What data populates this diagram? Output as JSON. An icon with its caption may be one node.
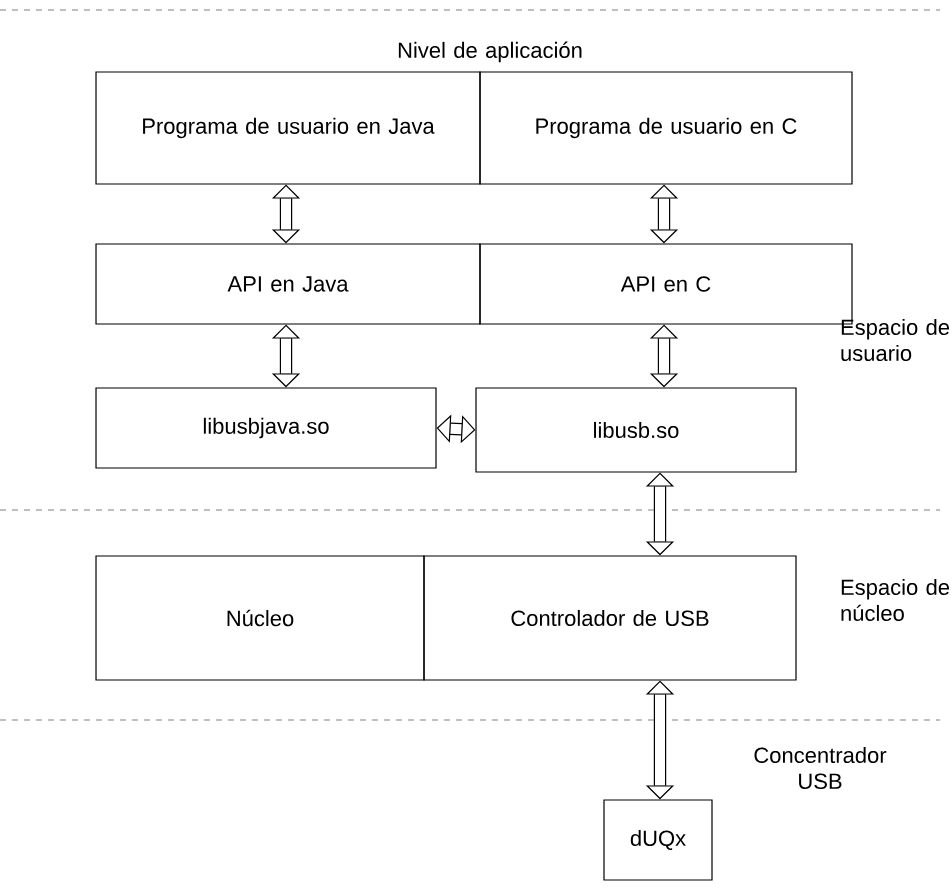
{
  "diagram": {
    "nodes": [
      {
        "text": [
          "Programa de usuario en Java"
        ]
      },
      {
        "text": [
          "Programa de usuario en C"
        ]
      },
      {
        "text": [
          "API en Java"
        ]
      },
      {
        "text": [
          "API en C"
        ]
      },
      {
        "text": [
          "libusbjava.so"
        ]
      },
      {
        "text": [
          "libusb.so"
        ]
      },
      {
        "text": [
          "Núcleo"
        ]
      },
      {
        "text": [
          "Controlador de USB"
        ]
      },
      {
        "text": [
          "dUQx"
        ]
      }
    ],
    "edges": [
      {
        "from": 0,
        "to": 2,
        "arrow": "both"
      },
      {
        "from": 1,
        "to": 3,
        "arrow": "both"
      },
      {
        "from": 2,
        "to": 4,
        "arrow": "both"
      },
      {
        "from": 3,
        "to": 5,
        "arrow": "both"
      },
      {
        "from": 4,
        "to": 5,
        "arrow": "both"
      },
      {
        "from": 5,
        "to": 7,
        "arrow": "both"
      },
      {
        "from": 7,
        "to": 8,
        "arrow": "both"
      }
    ],
    "labels": [
      "Nivel de aplicación",
      "Espacio de usuario",
      "Espacio de núcleo",
      "Concentrador USB"
    ]
  }
}
